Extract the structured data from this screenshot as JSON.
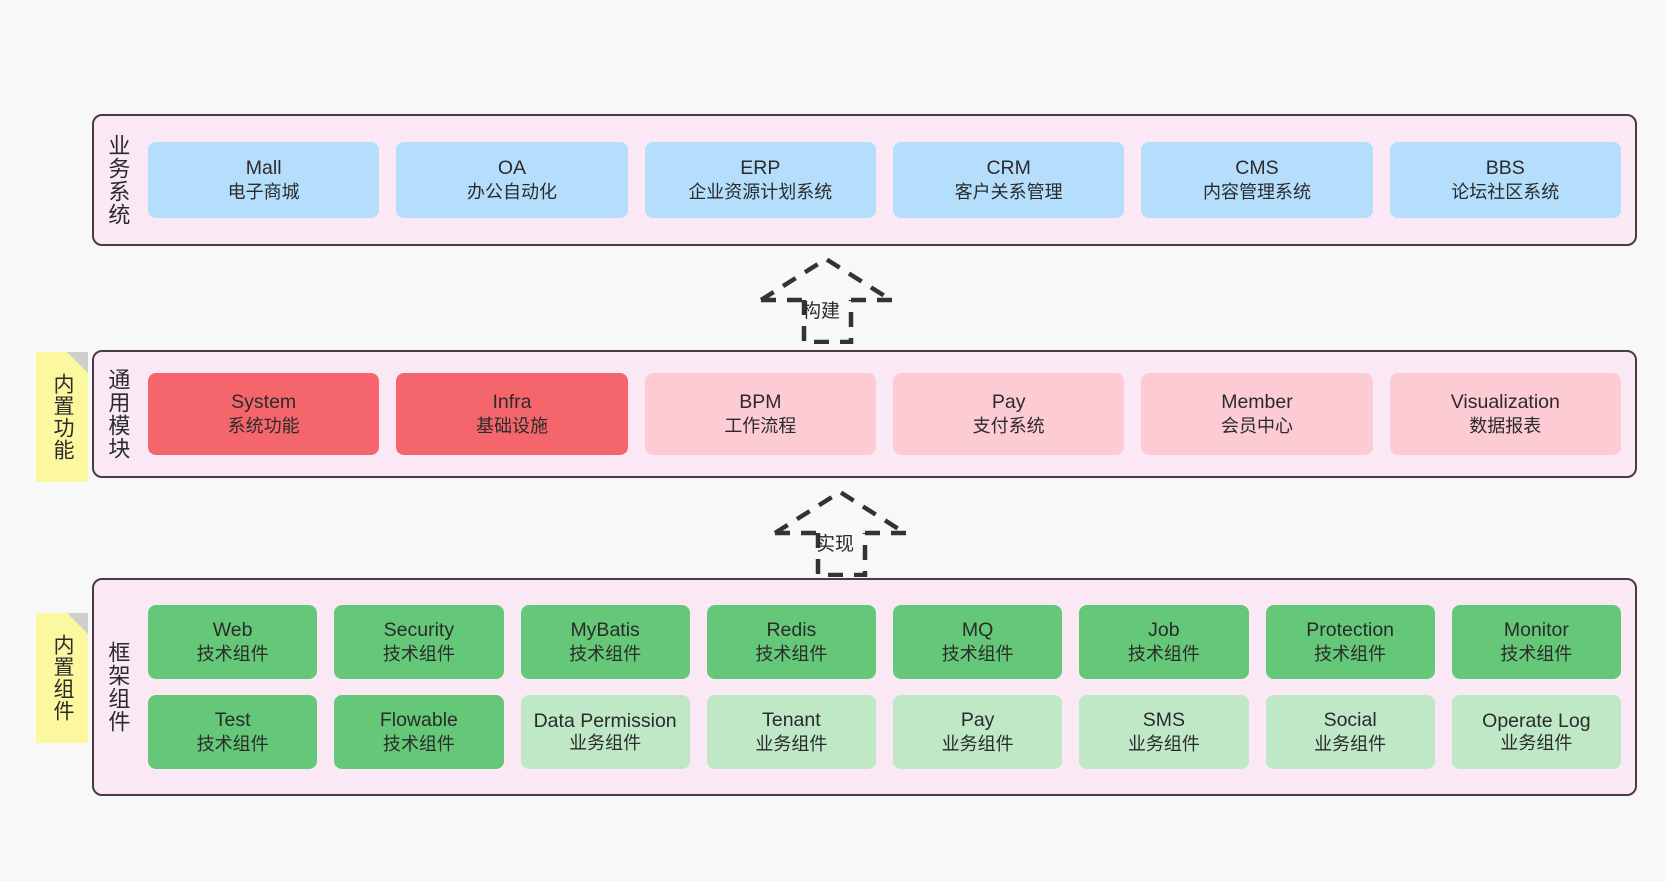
{
  "diagram": {
    "title_business": "业务系统",
    "title_common": "通用模块",
    "title_framework": "框架组件"
  },
  "notes": [
    {
      "name": "builtin-function",
      "text": "内置功能"
    },
    {
      "name": "builtin-component",
      "text": "内置组件"
    }
  ],
  "connectors": [
    {
      "name": "build",
      "label": "构建"
    },
    {
      "name": "implement",
      "label": "实现"
    }
  ],
  "business_systems": [
    {
      "title": "Mall",
      "sub": "电子商城"
    },
    {
      "title": "OA",
      "sub": "办公自动化"
    },
    {
      "title": "ERP",
      "sub": "企业资源计划系统"
    },
    {
      "title": "CRM",
      "sub": "客户关系管理"
    },
    {
      "title": "CMS",
      "sub": "内容管理系统"
    },
    {
      "title": "BBS",
      "sub": "论坛社区系统"
    }
  ],
  "common_modules": [
    {
      "title": "System",
      "sub": "系统功能",
      "tone": "red"
    },
    {
      "title": "Infra",
      "sub": "基础设施",
      "tone": "red"
    },
    {
      "title": "BPM",
      "sub": "工作流程",
      "tone": "pink"
    },
    {
      "title": "Pay",
      "sub": "支付系统",
      "tone": "pink"
    },
    {
      "title": "Member",
      "sub": "会员中心",
      "tone": "pink"
    },
    {
      "title": "Visualization",
      "sub": "数据报表",
      "tone": "pink"
    }
  ],
  "framework_row1": [
    {
      "title": "Web",
      "sub": "技术组件",
      "tone": "green"
    },
    {
      "title": "Security",
      "sub": "技术组件",
      "tone": "green"
    },
    {
      "title": "MyBatis",
      "sub": "技术组件",
      "tone": "green"
    },
    {
      "title": "Redis",
      "sub": "技术组件",
      "tone": "green"
    },
    {
      "title": "MQ",
      "sub": "技术组件",
      "tone": "green"
    },
    {
      "title": "Job",
      "sub": "技术组件",
      "tone": "green"
    },
    {
      "title": "Protection",
      "sub": "技术组件",
      "tone": "green"
    },
    {
      "title": "Monitor",
      "sub": "技术组件",
      "tone": "green"
    }
  ],
  "framework_row2": [
    {
      "title": "Test",
      "sub": "技术组件",
      "tone": "green"
    },
    {
      "title": "Flowable",
      "sub": "技术组件",
      "tone": "green"
    },
    {
      "title": "Data Permission",
      "sub": "业务组件",
      "tone": "lgreen"
    },
    {
      "title": "Tenant",
      "sub": "业务组件",
      "tone": "lgreen"
    },
    {
      "title": "Pay",
      "sub": "业务组件",
      "tone": "lgreen"
    },
    {
      "title": "SMS",
      "sub": "业务组件",
      "tone": "lgreen"
    },
    {
      "title": "Social",
      "sub": "业务组件",
      "tone": "lgreen"
    },
    {
      "title": "Operate Log",
      "sub": "业务组件",
      "tone": "lgreen"
    }
  ],
  "colors": {
    "panel_bg": "#fae9f4",
    "panel_border": "#4b3a46",
    "business_card": "#b5defc",
    "module_primary": "#f4666c",
    "module_secondary": "#fccbd3",
    "component_tech": "#64c878",
    "component_biz": "#bfe8c7",
    "note_bg": "#fbf8a0",
    "canvas_bg": "#f8f8f8"
  }
}
